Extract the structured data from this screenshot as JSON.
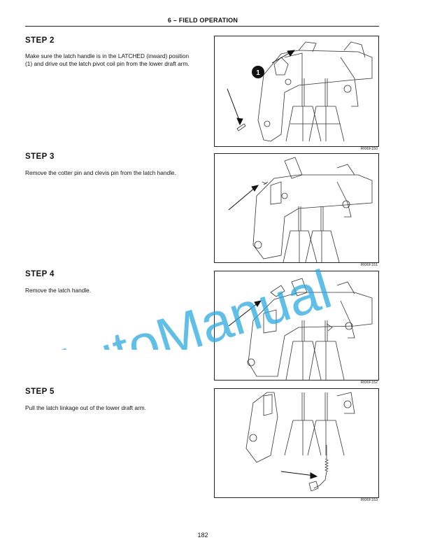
{
  "header": {
    "title": "6 – FIELD OPERATION"
  },
  "steps": [
    {
      "title": "STEP  2",
      "text": "Make sure the latch handle is in the LATCHED (inward) position (1) and drive out the latch pivot coil pin from the lower draft arm.",
      "callout": "1",
      "figure_code": "RI06F150"
    },
    {
      "title": "STEP  3",
      "text": "Remove the cotter pin and clevis pin from the latch handle.",
      "figure_code": "RI06F151"
    },
    {
      "title": "STEP  4",
      "text": "Remove the latch handle.",
      "figure_code": "RI06F152"
    },
    {
      "title": "STEP  5",
      "text": "Pull the latch linkage out of the lower draft arm.",
      "figure_code": "RI06F153"
    }
  ],
  "watermark": {
    "text": "AutoManual",
    "color": "#29a9e0"
  },
  "footer": {
    "page_number": "182"
  }
}
